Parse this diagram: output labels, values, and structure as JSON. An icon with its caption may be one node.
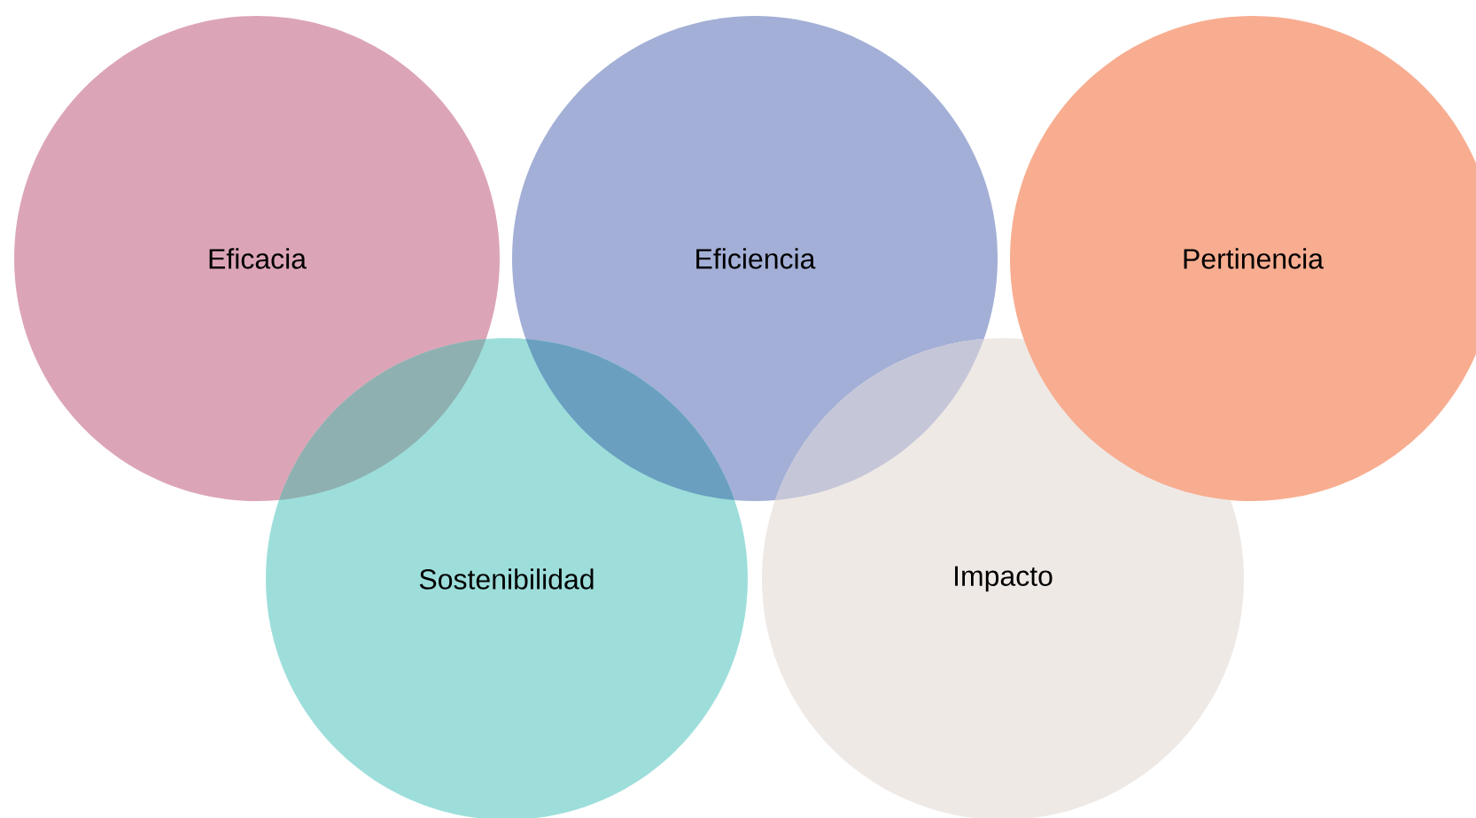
{
  "diagram": {
    "nodes": [
      {
        "text": [
          "Eficacia"
        ]
      },
      {
        "text": [
          "Eficiencia"
        ]
      },
      {
        "text": [
          "Pertinencia"
        ]
      },
      {
        "text": [
          "Sostenibilidad"
        ]
      },
      {
        "text": [
          "Impacto"
        ]
      }
    ]
  }
}
